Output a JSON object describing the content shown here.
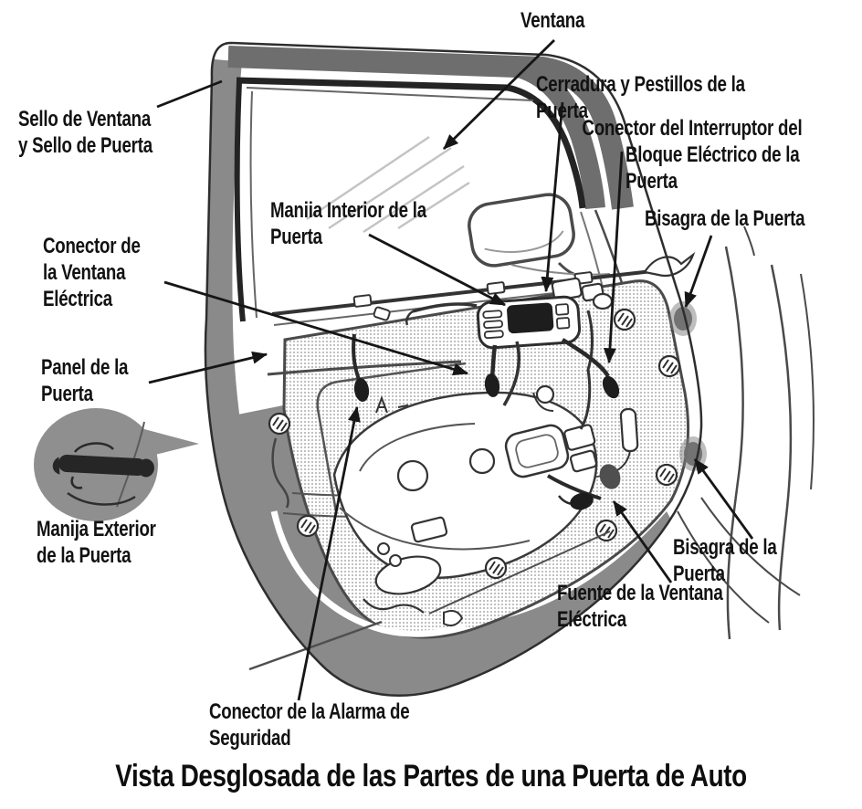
{
  "diagram": {
    "title": "Vista Desglosada de las Partes de una Puerta de Auto",
    "labels": {
      "ventana": "Ventana",
      "cerradura": "Cerradura y Pestillos de la Puerta",
      "interruptor": "Conector del Interruptor del\nBloque Eléctrico de la\nPuerta",
      "bisagra_superior": "Bisagra de la Puerta",
      "sello": "Sello de Ventana\ny Sello de Puerta",
      "manija_interior": "Maniia Interior de la\nPuerta",
      "conector_ventana": "Conector de\nla Ventana\nEléctrica",
      "panel": "Panel de la\nPuerta",
      "manija_exterior": "Manija Exterior\nde la Puerta",
      "alarma": "Conector de la Alarma de\nSeguridad",
      "fuente": "Fuente de la Ventana Eléctrica",
      "bisagra_inferior": "Bisagra de la Puerta"
    },
    "colors": {
      "label_text": "#121212",
      "leader_line": "#161616",
      "door_outline": "#2e2e2e",
      "seal_gray": "#8a8a8a",
      "frame_band_gray": "#6e6e6e",
      "seal_dark": "#242424",
      "panel_halftone": "#adadad",
      "connector_black": "#1d1d1d",
      "hinge_gray": "#7d7d7d",
      "background": "#ffffff"
    }
  }
}
